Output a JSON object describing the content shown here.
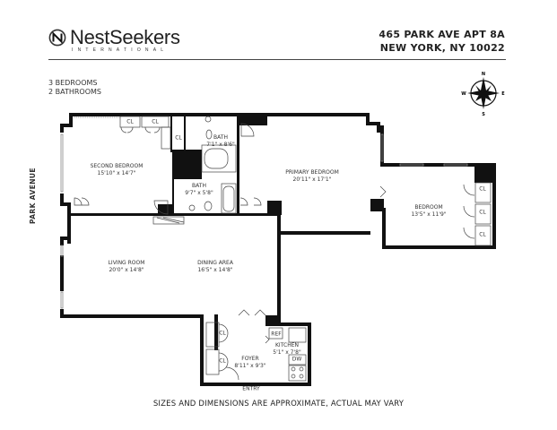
{
  "brand": {
    "name": "NestSeekers",
    "tagline": "INTERNATIONAL",
    "icon": "nestseekers-logo-icon"
  },
  "address": {
    "line1": "465 PARK AVE APT 8A",
    "line2": "NEW YORK, NY 10022"
  },
  "summary": {
    "bedrooms": "3 BEDROOMS",
    "bathrooms": "2 BATHROOMS"
  },
  "compass": {
    "icon": "compass-rose-icon",
    "n": "N",
    "s": "S",
    "e": "E",
    "w": "W"
  },
  "street_label": "PARK AVENUE",
  "rooms": {
    "second_bedroom": {
      "name": "SECOND BEDROOM",
      "dims": "15'10\" x 14'7\""
    },
    "bath1": {
      "name": "BATH",
      "dims": "7'1\" x 8'6\""
    },
    "bath2": {
      "name": "BATH",
      "dims": "9'7\" x 5'8\""
    },
    "primary_bedroom": {
      "name": "PRIMARY BEDROOM",
      "dims": "20'11\" x 17'1\""
    },
    "bedroom": {
      "name": "BEDROOM",
      "dims": "13'5\" x 11'9\""
    },
    "living_room": {
      "name": "LIVING ROOM",
      "dims": "20'0\" x 14'8\""
    },
    "dining_area": {
      "name": "DINING AREA",
      "dims": "16'5\" x 14'8\""
    },
    "kitchen": {
      "name": "KITCHEN",
      "dims": "5'1\" x 7'8\""
    },
    "foyer": {
      "name": "FOYER",
      "dims": "8'11\" x 9'3\""
    }
  },
  "fixtures": {
    "closet": "CL",
    "refrigerator": "REF",
    "dishwasher": "DW"
  },
  "entry_label": "ENTRY",
  "disclaimer": "SIZES AND DIMENSIONS ARE APPROXIMATE, ACTUAL MAY VARY",
  "colors": {
    "wall": "#111111",
    "text": "#222222",
    "line": "#444444"
  }
}
